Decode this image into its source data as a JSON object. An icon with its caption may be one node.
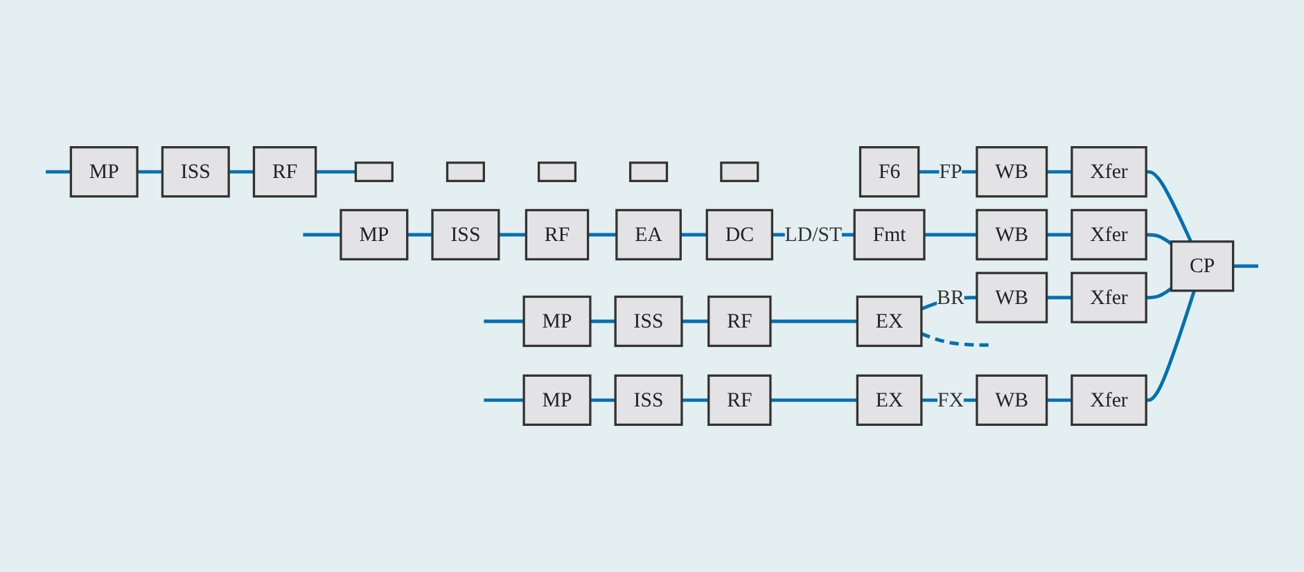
{
  "diagram": {
    "nodes": [
      {
        "text": [
          "MP"
        ]
      },
      {
        "text": [
          "ISS"
        ]
      },
      {
        "text": [
          "RF"
        ]
      },
      {
        "text": [
          "EX"
        ]
      },
      {
        "text": [
          "WB"
        ]
      },
      {
        "text": [
          "Xfer"
        ]
      },
      {
        "text": [
          "MP"
        ]
      },
      {
        "text": [
          "ISS"
        ]
      },
      {
        "text": [
          "RF"
        ]
      },
      {
        "text": [
          "EA"
        ]
      },
      {
        "text": [
          "DC"
        ]
      },
      {
        "text": [
          "Fmt"
        ]
      },
      {
        "text": [
          "WB"
        ]
      },
      {
        "text": [
          "Xfer"
        ]
      },
      {
        "text": [
          "CP"
        ]
      },
      {
        "text": [
          "MP"
        ]
      },
      {
        "text": [
          "ISS"
        ]
      },
      {
        "text": [
          "RF"
        ]
      },
      {
        "text": [
          "EX"
        ]
      },
      {
        "text": [
          "WB"
        ]
      },
      {
        "text": [
          "Xfer"
        ]
      },
      {
        "text": [
          "MP"
        ]
      },
      {
        "text": [
          "ISS"
        ]
      },
      {
        "text": [
          "RF"
        ]
      },
      {
        "text": [],
        "shape": "box"
      },
      {
        "text": [],
        "shape": "box"
      },
      {
        "text": [],
        "shape": "box"
      },
      {
        "text": [],
        "shape": "box"
      },
      {
        "text": [],
        "shape": "box"
      },
      {
        "text": [
          "F6"
        ]
      },
      {
        "text": [
          "WB"
        ]
      },
      {
        "text": [
          "Xfer"
        ]
      }
    ],
    "edges": [
      {
        "from": null,
        "to": 0,
        "arrow": "none"
      },
      {
        "from": null,
        "to": 6,
        "arrow": "none"
      },
      {
        "from": null,
        "to": 15,
        "arrow": "none"
      },
      {
        "from": null,
        "to": 21,
        "arrow": "none"
      },
      {
        "from": 0,
        "to": 1,
        "arrow": "none"
      },
      {
        "from": 1,
        "to": 2,
        "arrow": "none"
      },
      {
        "from": 2,
        "to": 3,
        "arrow": "none"
      },
      {
        "from": 3,
        "to": 4,
        "label": "BR",
        "arrow": "none"
      },
      {
        "from": 3,
        "to": null,
        "arrow": "none",
        "style": "dashed"
      },
      {
        "from": 4,
        "to": 5,
        "arrow": "none"
      },
      {
        "from": 5,
        "to": 14,
        "arrow": "none"
      },
      {
        "from": 6,
        "to": 7,
        "arrow": "none"
      },
      {
        "from": 7,
        "to": 8,
        "arrow": "none"
      },
      {
        "from": 8,
        "to": 9,
        "arrow": "none"
      },
      {
        "from": 9,
        "to": 10,
        "arrow": "none"
      },
      {
        "from": 10,
        "to": 11,
        "label": "LD/ST",
        "arrow": "none"
      },
      {
        "from": 11,
        "to": 12,
        "arrow": "none"
      },
      {
        "from": 12,
        "to": 13,
        "arrow": "none"
      },
      {
        "from": 13,
        "to": 14,
        "arrow": "none"
      },
      {
        "from": 14,
        "to": null,
        "arrow": "none"
      },
      {
        "from": 15,
        "to": 16,
        "arrow": "none"
      },
      {
        "from": 16,
        "to": 17,
        "arrow": "none"
      },
      {
        "from": 17,
        "to": 18,
        "arrow": "none"
      },
      {
        "from": 18,
        "to": 19,
        "label": "FX",
        "arrow": "none"
      },
      {
        "from": 19,
        "to": 20,
        "arrow": "none"
      },
      {
        "from": 20,
        "to": 14,
        "arrow": "none"
      },
      {
        "from": 21,
        "to": 22,
        "arrow": "none"
      },
      {
        "from": 22,
        "to": 23,
        "arrow": "none"
      },
      {
        "from": 23,
        "to": 24,
        "arrow": "none"
      },
      {
        "from": 29,
        "to": 30,
        "label": "FP",
        "arrow": "none"
      },
      {
        "from": 30,
        "to": 31,
        "arrow": "none"
      },
      {
        "from": 31,
        "to": 14,
        "arrow": "none"
      }
    ]
  }
}
